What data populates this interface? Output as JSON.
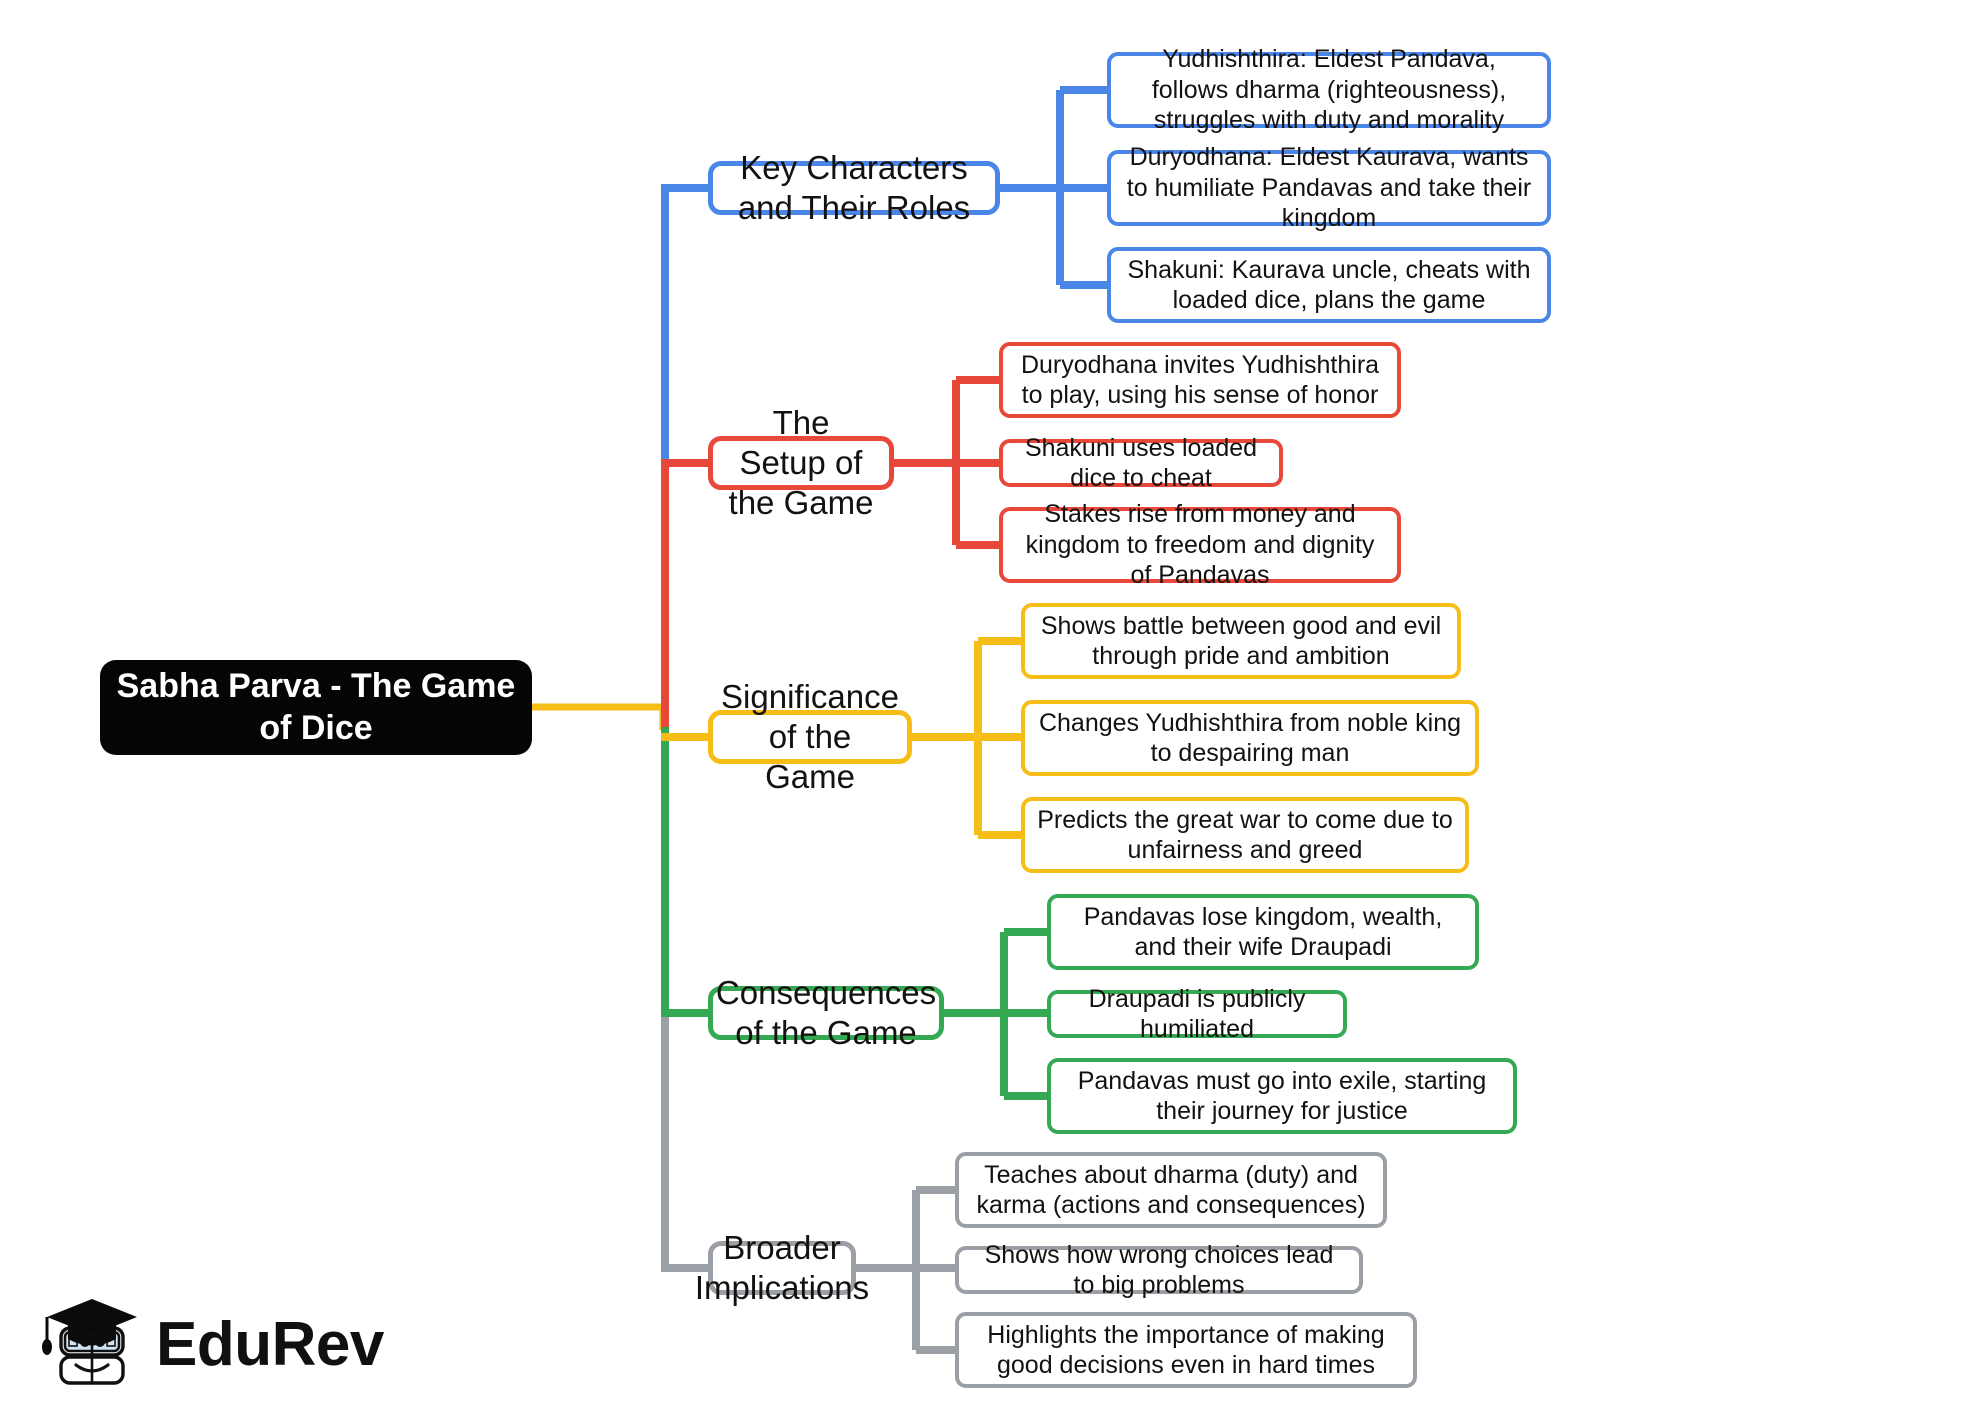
{
  "diagram": {
    "type": "mind-map",
    "title": "Sabha Parva - The Game of Dice",
    "root": {
      "label": "Sabha Parva - The Game of Dice",
      "fill_color": "#050505",
      "text_color": "#ffffff"
    },
    "branches": [
      {
        "label": "Key Characters and Their Roles",
        "color": "#4a86e8",
        "children": [
          "Yudhishthira: Eldest Pandava, follows dharma (righteousness), struggles with duty and morality",
          "Duryodhana: Eldest Kaurava, wants to humiliate Pandavas and take their kingdom",
          "Shakuni: Kaurava uncle, cheats with loaded dice, plans the game"
        ]
      },
      {
        "label": "The Setup of the Game",
        "color": "#e8483a",
        "children": [
          "Duryodhana invites Yudhishthira to play, using his sense of honor",
          "Shakuni uses loaded dice to cheat",
          "Stakes rise from money and kingdom to freedom and dignity of Pandavas"
        ]
      },
      {
        "label": "Significance of the Game",
        "color": "#f6bd16",
        "children": [
          "Shows battle between good and evil through pride and ambition",
          "Changes Yudhishthira from noble king to despairing man",
          "Predicts the great war to come due to unfairness and greed"
        ]
      },
      {
        "label": "Consequences of the Game",
        "color": "#34a853",
        "children": [
          "Pandavas lose kingdom, wealth, and their wife Draupadi",
          "Draupadi is publicly humiliated",
          "Pandavas must go into exile, starting their journey for justice"
        ]
      },
      {
        "label": "Broader Implications",
        "color": "#9aa0a6",
        "children": [
          "Teaches about dharma (duty) and karma (actions and consequences)",
          "Shows how wrong choices lead to big problems",
          "Highlights the importance of making good decisions even in hard times"
        ]
      }
    ]
  },
  "branding": {
    "logo_text": "EduRev",
    "logo_icon": "graduation-cap-book-mascot"
  }
}
